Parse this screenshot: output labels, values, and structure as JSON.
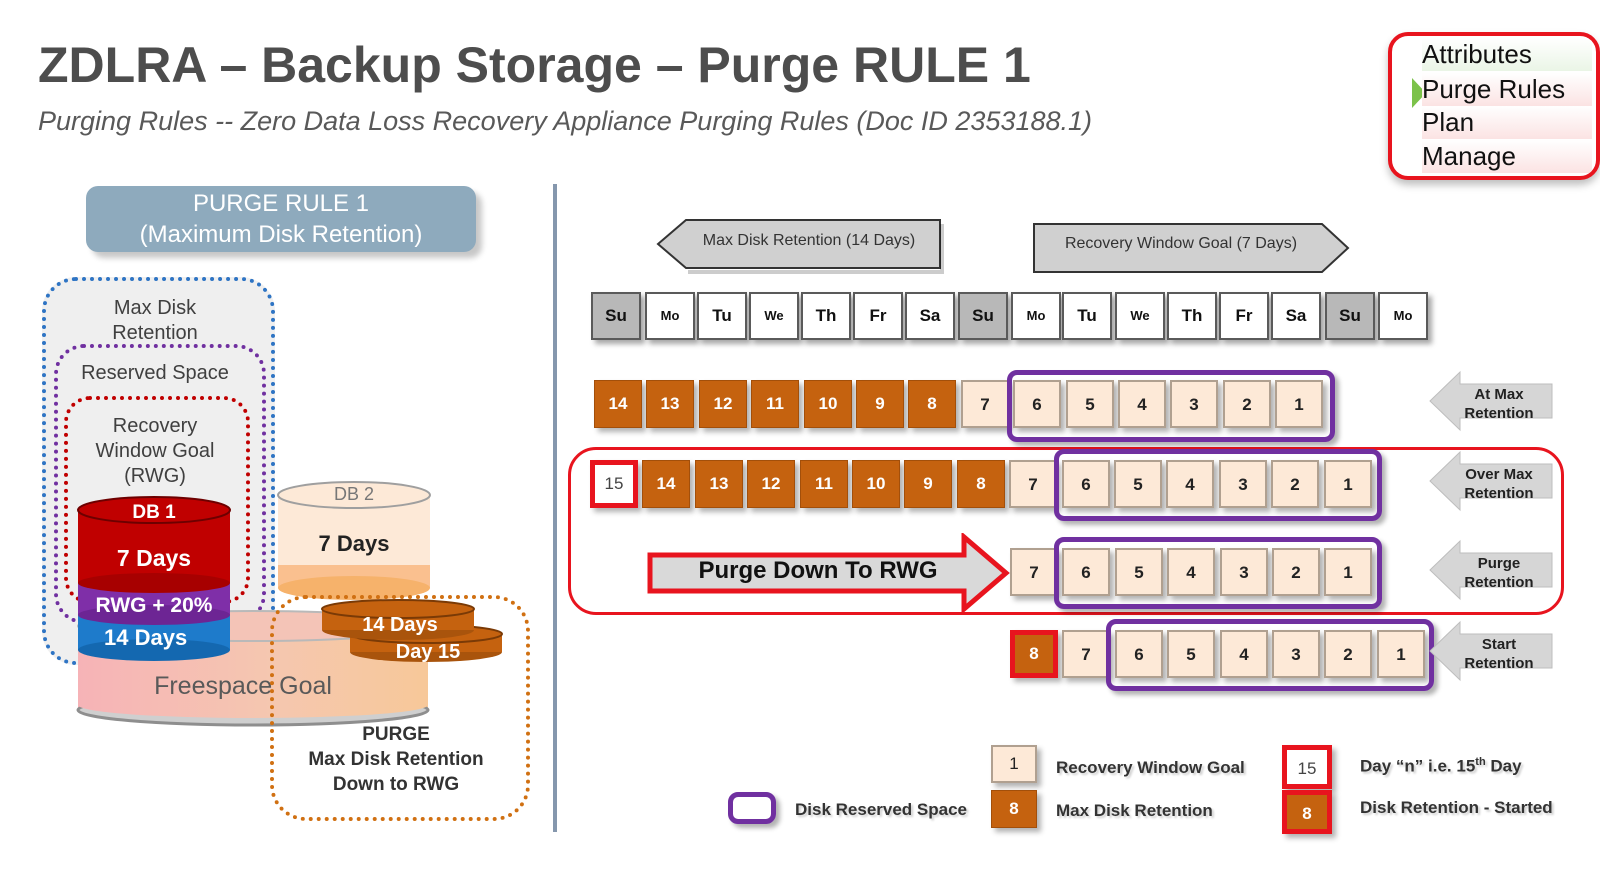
{
  "header": {
    "title": "ZDLRA – Backup Storage – Purge RULE 1",
    "subtitle": "Purging Rules -- Zero Data Loss Recovery Appliance Purging Rules (Doc ID 2353188.1)"
  },
  "nav": {
    "items": [
      "Attributes",
      "Purge Rules",
      "Plan",
      "Manage"
    ],
    "active": "Purge Rules"
  },
  "left": {
    "rule_line1": "PURGE RULE 1",
    "rule_line2": "(Maximum Disk  Retention)",
    "max_disk_1": "Max Disk",
    "max_disk_2": "Retention",
    "reserved_space": "Reserved Space",
    "rwg_1": "Recovery",
    "rwg_2": "Window Goal",
    "rwg_3": "(RWG)",
    "db1": "DB 1",
    "db1_days": "7 Days",
    "rwg_plus": "RWG + 20%",
    "days14": "14 Days",
    "db2": "DB 2",
    "db2_days": "7 Days",
    "freespace": "Freespace Goal",
    "stack_14": "14 Days",
    "stack_15": "Day 15",
    "purge_1": "PURGE",
    "purge_2": "Max Disk Retention",
    "purge_3": "Down to RWG"
  },
  "right": {
    "arrow_left": "Max Disk Retention (14 Days)",
    "arrow_right": "Recovery Window Goal (7 Days)",
    "calendar": [
      "Su",
      "Mo",
      "Tu",
      "We",
      "Th",
      "Fr",
      "Sa",
      "Su",
      "Mo",
      "Tu",
      "We",
      "Th",
      "Fr",
      "Sa",
      "Su",
      "Mo"
    ],
    "row1": [
      "14",
      "13",
      "12",
      "11",
      "10",
      "9",
      "8",
      "7",
      "6",
      "5",
      "4",
      "3",
      "2",
      "1"
    ],
    "row2": [
      "15",
      "14",
      "13",
      "12",
      "11",
      "10",
      "9",
      "8",
      "7",
      "6",
      "5",
      "4",
      "3",
      "2",
      "1"
    ],
    "row3": [
      "7",
      "6",
      "5",
      "4",
      "3",
      "2",
      "1"
    ],
    "row4": [
      "8",
      "7",
      "6",
      "5",
      "4",
      "3",
      "2",
      "1"
    ],
    "purge_down": "Purge Down To RWG",
    "labels": {
      "at_max_1": "At Max",
      "at_max_2": "Retention",
      "over_max_1": "Over Max",
      "over_max_2": "Retention",
      "purge_1": "Purge",
      "purge_2": "Retention",
      "start_1": "Start",
      "start_2": "Retention"
    }
  },
  "legend": {
    "rwg_sample": "1",
    "rwg_label": "Recovery Window Goal",
    "max_sample": "8",
    "max_label": "Max Disk Retention",
    "reserved_label": "Disk Reserved Space",
    "dayn_sample": "15",
    "dayn_pre": "Day “n” i.e. 15",
    "dayn_sup": "th",
    "dayn_post": " Day",
    "started_sample": "8",
    "started_label": "Disk Retention - Started"
  },
  "colors": {
    "orange": "#c5620f",
    "light": "#fde9d7",
    "purple": "#7030a0",
    "red": "#e8141e",
    "dark_red": "#c00000",
    "blue": "#2e74c4",
    "slate": "#8eaabd"
  }
}
